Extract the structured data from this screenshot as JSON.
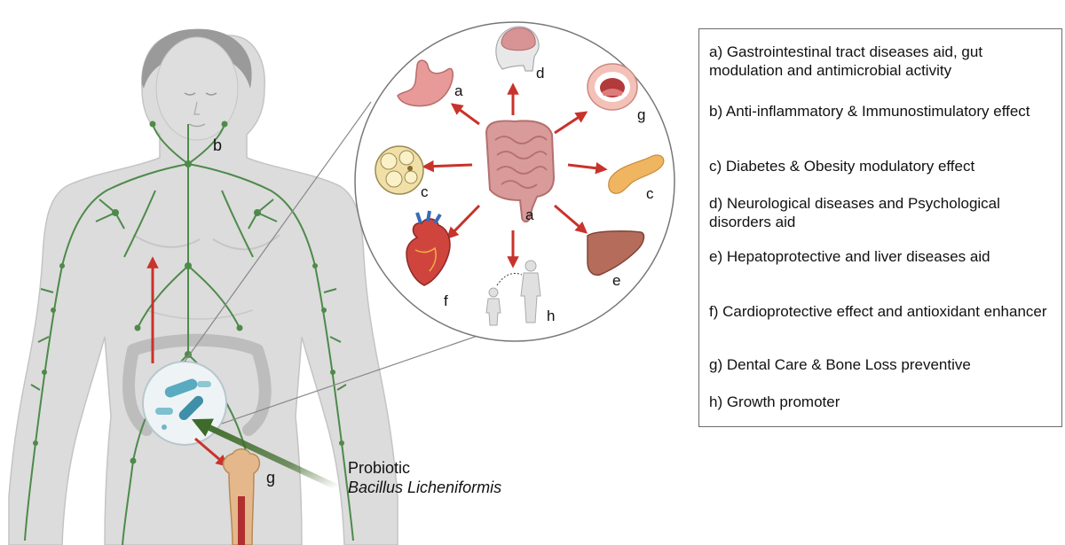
{
  "labels": {
    "body_b": "b",
    "body_g": "g",
    "organ_a_stomach": "a",
    "organ_a_intestine": "a",
    "organ_c_fat": "c",
    "organ_c_pancreas": "c",
    "organ_d": "d",
    "organ_e": "e",
    "organ_f": "f",
    "organ_g": "g",
    "organ_h": "h"
  },
  "probiotic": {
    "line1": "Probiotic",
    "line2": "Bacillus Licheniformis"
  },
  "legend": [
    "a) Gastrointestinal tract diseases aid, gut modulation and antimicrobial activity",
    "b) Anti-inflammatory & Immunostimulatory effect",
    "c) Diabetes & Obesity modulatory effect",
    "d) Neurological diseases and Psychological disorders aid",
    "e) Hepatoprotective and liver diseases aid",
    "f) Cardioprotective effect and antioxidant enhancer",
    "g) Dental Care & Bone Loss preventive",
    "h) Growth promoter"
  ],
  "colors": {
    "body": "#d9d9d9",
    "lymph": "#4e8a4a",
    "arrow_red": "#c8332b",
    "arrow_green": "#3e6b2a",
    "circle_stroke": "#777777",
    "intestine": "#d99a9a"
  }
}
